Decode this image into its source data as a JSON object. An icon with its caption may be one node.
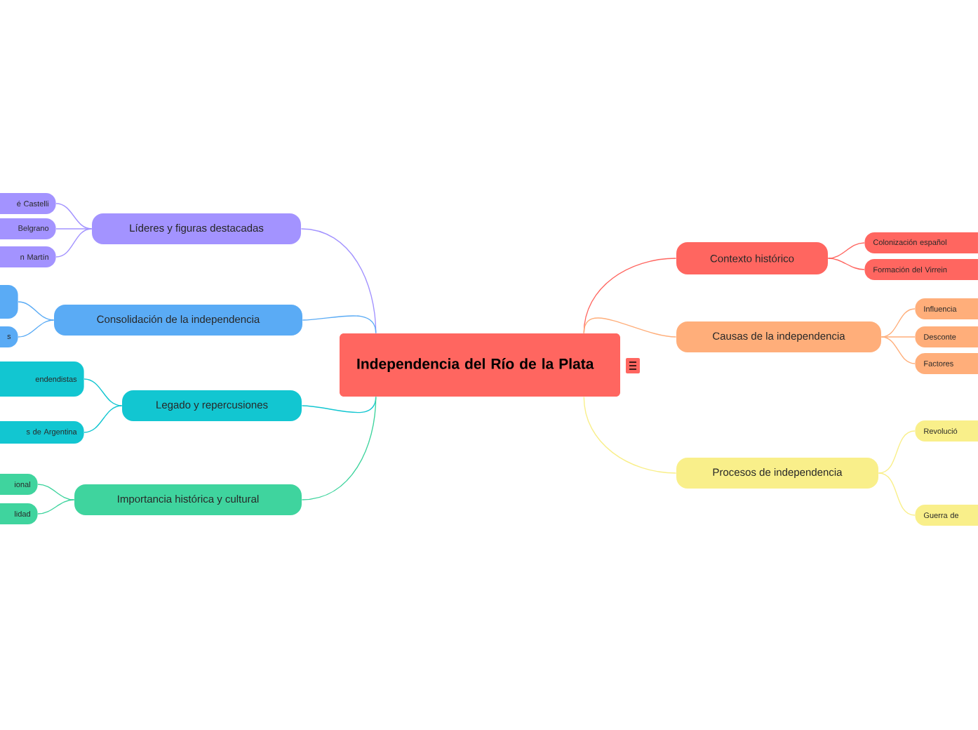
{
  "diagram": {
    "nodes": [
      {
        "text": [
          "Independencia del Río de la Plata"
        ]
      },
      {
        "text": [
          "Líderes y figuras destacadas"
        ]
      },
      {
        "text": [
          "Consolidación de la independencia"
        ]
      },
      {
        "text": [
          "Legado y repercusiones"
        ]
      },
      {
        "text": [
          "Importancia histórica y cultural"
        ]
      },
      {
        "text": [
          "Contexto histórico"
        ]
      },
      {
        "text": [
          "Causas de la independencia"
        ]
      },
      {
        "text": [
          "Procesos de independencia"
        ]
      },
      {
        "text": [
          "é Castelli"
        ]
      },
      {
        "text": [
          "Belgrano"
        ]
      },
      {
        "text": [
          "n Martín"
        ]
      },
      {
        "text": [],
        "shape": "box"
      },
      {
        "text": [
          "s"
        ]
      },
      {
        "text": [
          "endendistas"
        ]
      },
      {
        "text": [
          "s de Argentina"
        ]
      },
      {
        "text": [
          "ional"
        ]
      },
      {
        "text": [
          "lidad"
        ]
      },
      {
        "text": [
          "Colonización español"
        ]
      },
      {
        "text": [
          "Formación del Virrein"
        ]
      },
      {
        "text": [
          "Influencia"
        ]
      },
      {
        "text": [
          "Desconte"
        ]
      },
      {
        "text": [
          "Factores"
        ]
      },
      {
        "text": [
          "Revolució"
        ]
      },
      {
        "text": [
          "Guerra de"
        ]
      }
    ],
    "edges": [
      {
        "from": 0,
        "to": 1,
        "arrow": "none",
        "color": "#a393ff"
      },
      {
        "from": 0,
        "to": 2,
        "arrow": "none",
        "color": "#5aabf5"
      },
      {
        "from": 0,
        "to": 3,
        "arrow": "none",
        "color": "#12c6d1"
      },
      {
        "from": 0,
        "to": 4,
        "arrow": "none",
        "color": "#3fd49e"
      },
      {
        "from": 0,
        "to": 5,
        "arrow": "none",
        "color": "#ff6660"
      },
      {
        "from": 0,
        "to": 6,
        "arrow": "none",
        "color": "#ffae7a"
      },
      {
        "from": 0,
        "to": 7,
        "arrow": "none",
        "color": "#f9ef8a"
      },
      {
        "from": 1,
        "to": 8,
        "arrow": "none",
        "color": "#a393ff"
      },
      {
        "from": 1,
        "to": 9,
        "arrow": "none",
        "color": "#a393ff"
      },
      {
        "from": 1,
        "to": 10,
        "arrow": "none",
        "color": "#a393ff"
      },
      {
        "from": 2,
        "to": 11,
        "arrow": "none",
        "color": "#5aabf5"
      },
      {
        "from": 2,
        "to": 12,
        "arrow": "none",
        "color": "#5aabf5"
      },
      {
        "from": 3,
        "to": 13,
        "arrow": "none",
        "color": "#12c6d1"
      },
      {
        "from": 3,
        "to": 14,
        "arrow": "none",
        "color": "#12c6d1"
      },
      {
        "from": 4,
        "to": 15,
        "arrow": "none",
        "color": "#3fd49e"
      },
      {
        "from": 4,
        "to": 16,
        "arrow": "none",
        "color": "#3fd49e"
      },
      {
        "from": 5,
        "to": 17,
        "arrow": "none",
        "color": "#ff6660"
      },
      {
        "from": 5,
        "to": 18,
        "arrow": "none",
        "color": "#ff6660"
      },
      {
        "from": 6,
        "to": 19,
        "arrow": "none",
        "color": "#ffae7a"
      },
      {
        "from": 6,
        "to": 20,
        "arrow": "none",
        "color": "#ffae7a"
      },
      {
        "from": 6,
        "to": 21,
        "arrow": "none",
        "color": "#ffae7a"
      },
      {
        "from": 7,
        "to": 22,
        "arrow": "none",
        "color": "#f9ef8a"
      },
      {
        "from": 7,
        "to": 23,
        "arrow": "none",
        "color": "#f9ef8a"
      }
    ]
  }
}
